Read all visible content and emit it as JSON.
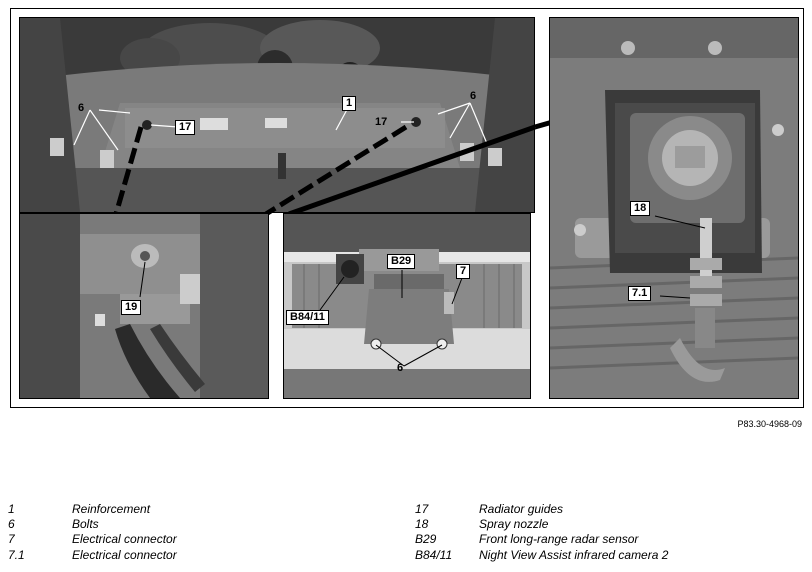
{
  "figure": {
    "reference": "P83.30-4968-09",
    "callouts": {
      "top_left_6": "6",
      "top_left_17": "17",
      "top_1": "1",
      "top_17": "17",
      "top_right_6": "6",
      "detail_19": "19",
      "radar_b29": "B29",
      "radar_7": "7",
      "radar_b8411": "B84/11",
      "radar_6": "6",
      "camera_18": "18",
      "camera_71": "7.1"
    }
  },
  "legend": {
    "left": [
      {
        "code": "1",
        "text": "Reinforcement"
      },
      {
        "code": "6",
        "text": "Bolts"
      },
      {
        "code": "7",
        "text": "Electrical connector"
      },
      {
        "code": "7.1",
        "text": "Electrical connector"
      }
    ],
    "right": [
      {
        "code": "17",
        "text": "Radiator guides"
      },
      {
        "code": "18",
        "text": "Spray nozzle"
      },
      {
        "code": "B29",
        "text": "Front long-range radar sensor"
      },
      {
        "code": "B84/11",
        "text": "Night View Assist infrared camera 2"
      }
    ]
  }
}
